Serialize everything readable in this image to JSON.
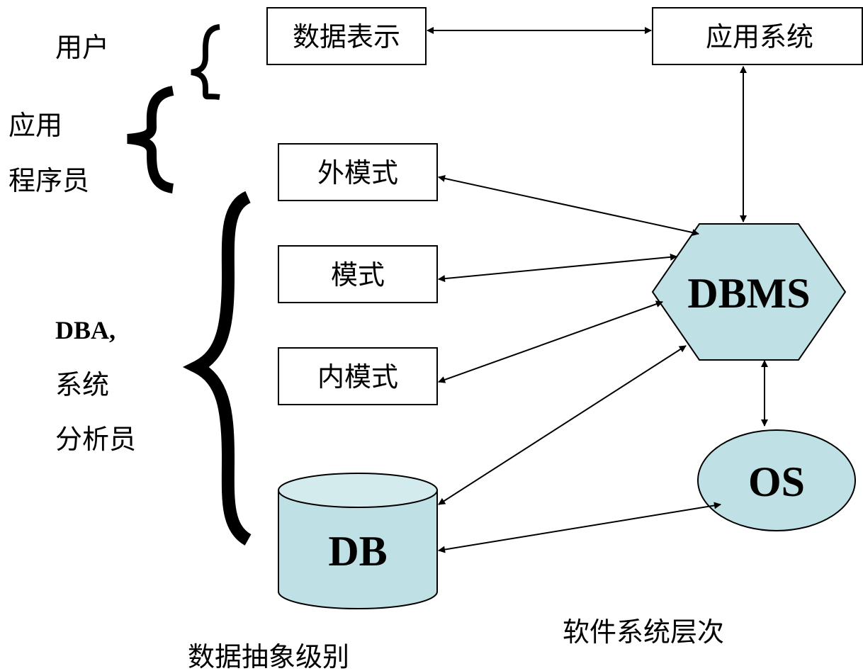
{
  "roles": {
    "user": "用户",
    "app_programmer_line1": "应用",
    "app_programmer_line2": "程序员",
    "dba_line1": "DBA,",
    "dba_line2": "系统",
    "dba_line3": "分析员"
  },
  "levels": {
    "data_presentation": "数据表示",
    "external_schema": "外模式",
    "schema": "模式",
    "internal_schema": "内模式",
    "db": "DB"
  },
  "system": {
    "application_system": "应用系统",
    "dbms": "DBMS",
    "os": "OS"
  },
  "captions": {
    "abstraction_levels": "数据抽象级别",
    "software_layers": "软件系统层次"
  },
  "colors": {
    "shape_fill": "#bfe0e4",
    "stroke": "#000000"
  }
}
